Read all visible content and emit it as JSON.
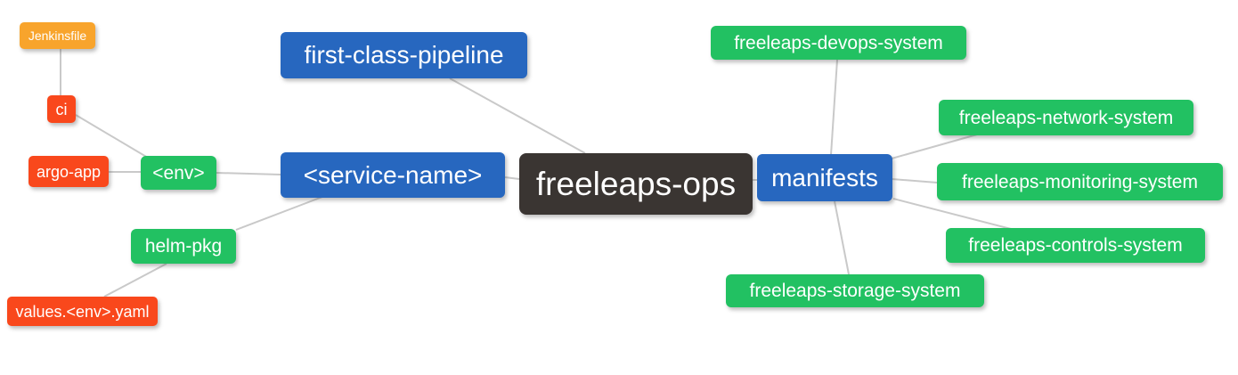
{
  "palette": {
    "root_bg": "#3a3532",
    "branch_blue": "#2767bf",
    "leaf_green": "#22c162",
    "leaf_red_orange": "#f9481c",
    "leaf_orange": "#f8a42c",
    "edge_gray": "#c9c9c9",
    "node_text": "#ffffff"
  },
  "nodes": {
    "root": {
      "label": "freeleaps-ops"
    },
    "first_class_pipeline": {
      "label": "first-class-pipeline"
    },
    "service_name": {
      "label": "<service-name>"
    },
    "manifests": {
      "label": "manifests"
    },
    "env": {
      "label": "<env>"
    },
    "helm_pkg": {
      "label": "helm-pkg"
    },
    "argo_app": {
      "label": "argo-app"
    },
    "ci": {
      "label": "ci"
    },
    "jenkinsfile": {
      "label": "Jenkinsfile"
    },
    "values_yaml": {
      "label": "values.<env>.yaml"
    },
    "devops_system": {
      "label": "freeleaps-devops-system"
    },
    "network_system": {
      "label": "freeleaps-network-system"
    },
    "monitoring_system": {
      "label": "freeleaps-monitoring-system"
    },
    "controls_system": {
      "label": "freeleaps-controls-system"
    },
    "storage_system": {
      "label": "freeleaps-storage-system"
    }
  }
}
